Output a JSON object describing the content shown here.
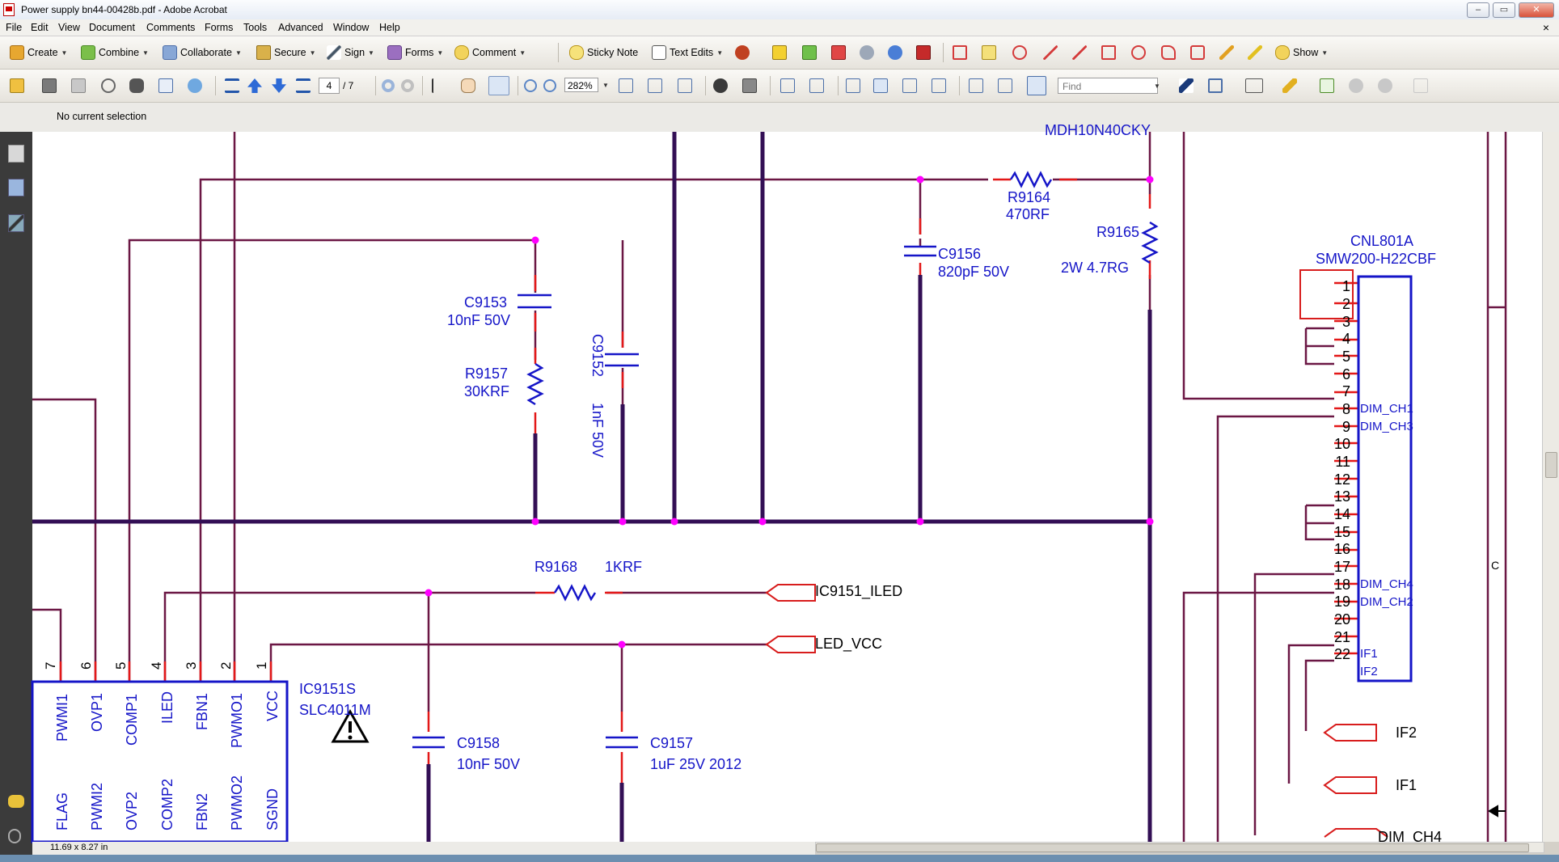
{
  "window": {
    "title": "Power supply bn44-00428b.pdf - Adobe Acrobat",
    "buttons": [
      "–",
      "▭",
      "✕"
    ]
  },
  "menu": [
    "File",
    "Edit",
    "View",
    "Document",
    "Comments",
    "Forms",
    "Tools",
    "Advanced",
    "Window",
    "Help"
  ],
  "menu_close": "×",
  "toolbar1": {
    "create": "Create",
    "combine": "Combine",
    "collaborate": "Collaborate",
    "secure": "Secure",
    "sign": "Sign",
    "forms": "Forms",
    "comment": "Comment",
    "sticky_note": "Sticky Note",
    "text_edits": "Text Edits",
    "show": "Show"
  },
  "toolbar2": {
    "page_current": "4",
    "page_total": "/ 7",
    "zoom": "282%",
    "find_placeholder": "Find"
  },
  "properties": {
    "selection": "No current selection"
  },
  "status": {
    "page_size": "11.69 x 8.27 in"
  },
  "colors": {
    "wire": "#6b1744",
    "bus": "#330f55",
    "component": "#1515c8",
    "node": "#ff00ff",
    "pin": "#e31818"
  },
  "schematic": {
    "cut_label": "MDH10N40CKY",
    "components": {
      "r9164": {
        "ref": "R9164",
        "value": "470RF"
      },
      "r9165": {
        "ref": "R9165",
        "value": "2W 4.7RG"
      },
      "c9156": {
        "ref": "C9156",
        "value": "820pF 50V"
      },
      "c9153": {
        "ref": "C9153",
        "value": "10nF 50V"
      },
      "r9157": {
        "ref": "R9157",
        "value": "30KRF"
      },
      "c9152": {
        "ref": "C9152",
        "value": "1nF 50V"
      },
      "r9168": {
        "ref": "R9168",
        "value": "1KRF"
      },
      "c9158": {
        "ref": "C9158",
        "value": "10nF 50V"
      },
      "c9157": {
        "ref": "C9157",
        "value": "1uF 25V 2012"
      }
    },
    "connector": {
      "ref": "CNL801A",
      "part": "SMW200-H22CBF",
      "pins": [
        "1",
        "2",
        "3",
        "4",
        "5",
        "6",
        "7",
        "8",
        "9",
        "10",
        "11",
        "12",
        "13",
        "14",
        "15",
        "16",
        "17",
        "18",
        "19",
        "20",
        "21",
        "22"
      ],
      "signals": {
        "8": "DIM_CH1",
        "9": "DIM_CH3",
        "18": "DIM_CH4",
        "19": "DIM_CH2",
        "22": "IF1",
        "23": "IF2"
      }
    },
    "ports": {
      "iled": "IC9151_ILED",
      "vcc": "LED_VCC",
      "if2": "IF2",
      "if1": "IF1",
      "dim_ch4": "DIM_CH4"
    },
    "ic": {
      "ref": "IC9151S",
      "part": "SLC4011M",
      "pin_numbers": [
        "7",
        "6",
        "5",
        "4",
        "3",
        "2",
        "1"
      ],
      "top_pins": [
        "PWMI1",
        "OVP1",
        "COMP1",
        "ILED",
        "FBN1",
        "PWMO1",
        "VCC"
      ],
      "bottom_pins": [
        "FLAG",
        "PWMI2",
        "OVP2",
        "COMP2",
        "FBN2",
        "PWMO2",
        "SGND"
      ]
    },
    "border_letter": "C"
  }
}
